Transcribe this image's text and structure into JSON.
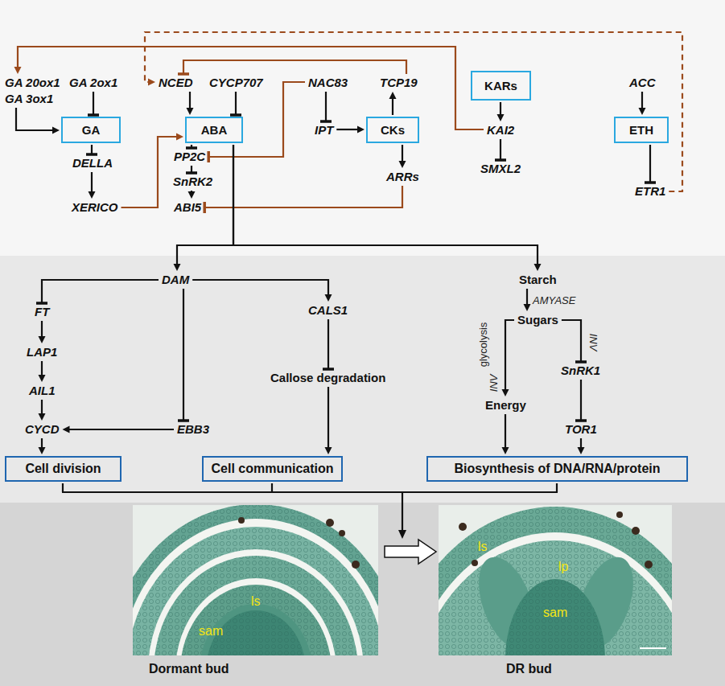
{
  "diagram": {
    "nodes": [
      {
        "text": [
          "GA 20ox1"
        ]
      },
      {
        "text": [
          "GA 3ox1"
        ]
      },
      {
        "text": [
          "GA 2ox1"
        ]
      },
      {
        "text": [
          "NCED"
        ]
      },
      {
        "text": [
          "CYCP707"
        ]
      },
      {
        "text": [
          "NAC83"
        ]
      },
      {
        "text": [
          "TCP19"
        ]
      },
      {
        "text": [
          "KARs"
        ]
      },
      {
        "text": [
          "ACC"
        ]
      },
      {
        "text": [
          "GA"
        ]
      },
      {
        "text": [
          "ABA"
        ]
      },
      {
        "text": [
          "IPT"
        ]
      },
      {
        "text": [
          "CKs"
        ]
      },
      {
        "text": [
          "KAI2"
        ]
      },
      {
        "text": [
          "ETH"
        ]
      },
      {
        "text": [
          "PP2C"
        ]
      },
      {
        "text": [
          "DELLA"
        ]
      },
      {
        "text": [
          "SMXL2"
        ]
      },
      {
        "text": [
          "SnRK2"
        ]
      },
      {
        "text": [
          "ARRs"
        ]
      },
      {
        "text": [
          "ETR1"
        ]
      },
      {
        "text": [
          "XERICO"
        ]
      },
      {
        "text": [
          "ABI5"
        ]
      },
      {
        "text": [
          "DAM"
        ]
      },
      {
        "text": [
          "Starch"
        ]
      },
      {
        "text": [
          "FT"
        ]
      },
      {
        "text": [
          "CALS1"
        ]
      },
      {
        "text": [
          "Sugars"
        ]
      },
      {
        "text": [
          "LAP1"
        ]
      },
      {
        "text": [
          "Callose degradation"
        ]
      },
      {
        "text": [
          "SnRK1"
        ]
      },
      {
        "text": [
          "AIL1"
        ]
      },
      {
        "text": [
          "Energy"
        ]
      },
      {
        "text": [
          "CYCD"
        ]
      },
      {
        "text": [
          "EBB3"
        ]
      },
      {
        "text": [
          "TOR1"
        ]
      },
      {
        "text": [
          "Cell division"
        ]
      },
      {
        "text": [
          "Cell communication"
        ]
      },
      {
        "text": [
          "Biosynthesis of DNA/RNA/protein"
        ]
      }
    ],
    "edges": [
      {
        "from": 1,
        "to": 9,
        "arrow": "to"
      },
      {
        "from": 2,
        "to": 9,
        "arrow": "to"
      },
      {
        "from": 9,
        "to": 16,
        "arrow": "to"
      },
      {
        "from": 16,
        "to": 21,
        "arrow": "to"
      },
      {
        "from": 21,
        "to": 10,
        "arrow": "to"
      },
      {
        "from": 3,
        "to": 10,
        "arrow": "to"
      },
      {
        "from": 4,
        "to": 10,
        "arrow": "to"
      },
      {
        "from": 10,
        "to": 15,
        "arrow": "to"
      },
      {
        "from": 15,
        "to": 18,
        "arrow": "to"
      },
      {
        "from": 18,
        "to": 22,
        "arrow": "to"
      },
      {
        "from": 5,
        "to": 11,
        "arrow": "to"
      },
      {
        "from": 11,
        "to": 12,
        "arrow": "to"
      },
      {
        "from": 12,
        "to": 6,
        "arrow": "to"
      },
      {
        "from": 6,
        "to": 3,
        "arrow": "to"
      },
      {
        "from": 12,
        "to": 19,
        "arrow": "to"
      },
      {
        "from": 19,
        "to": 22,
        "arrow": "to"
      },
      {
        "from": 5,
        "to": 15,
        "arrow": "to"
      },
      {
        "from": 7,
        "to": 13,
        "arrow": "to"
      },
      {
        "from": 13,
        "to": 17,
        "arrow": "to"
      },
      {
        "from": 13,
        "to": 0,
        "arrow": "to"
      },
      {
        "from": 8,
        "to": 14,
        "arrow": "to"
      },
      {
        "from": 14,
        "to": 20,
        "arrow": "to"
      },
      {
        "from": 20,
        "to": 3,
        "arrow": "to"
      },
      {
        "from": 10,
        "to": 23,
        "arrow": "to"
      },
      {
        "from": 10,
        "to": 24,
        "arrow": "to"
      },
      {
        "from": 23,
        "to": 25,
        "arrow": "to"
      },
      {
        "from": 23,
        "to": 34,
        "arrow": "to"
      },
      {
        "from": 23,
        "to": 26,
        "arrow": "to"
      },
      {
        "from": 25,
        "to": 28,
        "arrow": "to"
      },
      {
        "from": 28,
        "to": 31,
        "arrow": "to"
      },
      {
        "from": 31,
        "to": 33,
        "arrow": "to"
      },
      {
        "from": 33,
        "to": 36,
        "arrow": "to"
      },
      {
        "from": 34,
        "to": 33,
        "arrow": "to"
      },
      {
        "from": 26,
        "to": 29,
        "arrow": "to"
      },
      {
        "from": 29,
        "to": 37,
        "arrow": "to"
      },
      {
        "from": 24,
        "to": 27,
        "label": "AMYASE",
        "arrow": "to"
      },
      {
        "from": 27,
        "to": 32,
        "label": "glycolysis",
        "arrow": "to"
      },
      {
        "from": 27,
        "to": 30,
        "label": "INV",
        "arrow": "to"
      },
      {
        "from": 30,
        "to": 35,
        "arrow": "to"
      },
      {
        "from": 32,
        "to": 38,
        "arrow": "to"
      },
      {
        "from": 35,
        "to": 38,
        "arrow": "to"
      }
    ],
    "labels": [
      "INV",
      "ls",
      "sam",
      "ls",
      "lp",
      "sam",
      "Dormant bud",
      "DR bud"
    ]
  }
}
